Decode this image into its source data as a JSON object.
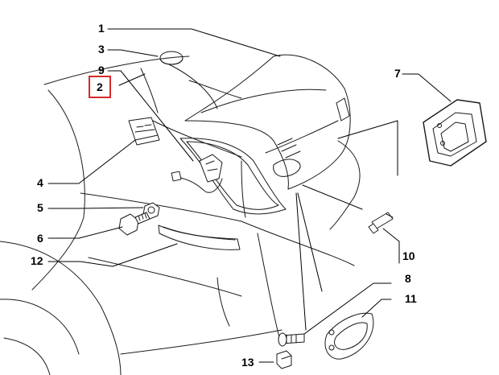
{
  "diagram": {
    "callouts": [
      {
        "id": "c1",
        "label": "1"
      },
      {
        "id": "c3",
        "label": "3"
      },
      {
        "id": "c9",
        "label": "9"
      },
      {
        "id": "c2",
        "label": "2",
        "highlighted": true
      },
      {
        "id": "c7",
        "label": "7"
      },
      {
        "id": "c4",
        "label": "4"
      },
      {
        "id": "c5",
        "label": "5"
      },
      {
        "id": "c6",
        "label": "6"
      },
      {
        "id": "c12",
        "label": "12"
      },
      {
        "id": "c10",
        "label": "10"
      },
      {
        "id": "c8",
        "label": "8"
      },
      {
        "id": "c11",
        "label": "11"
      },
      {
        "id": "c13",
        "label": "13"
      }
    ],
    "highlight_color": "#d42a2a",
    "line_color": "#000000",
    "outline_color": "#1a1a1a"
  }
}
